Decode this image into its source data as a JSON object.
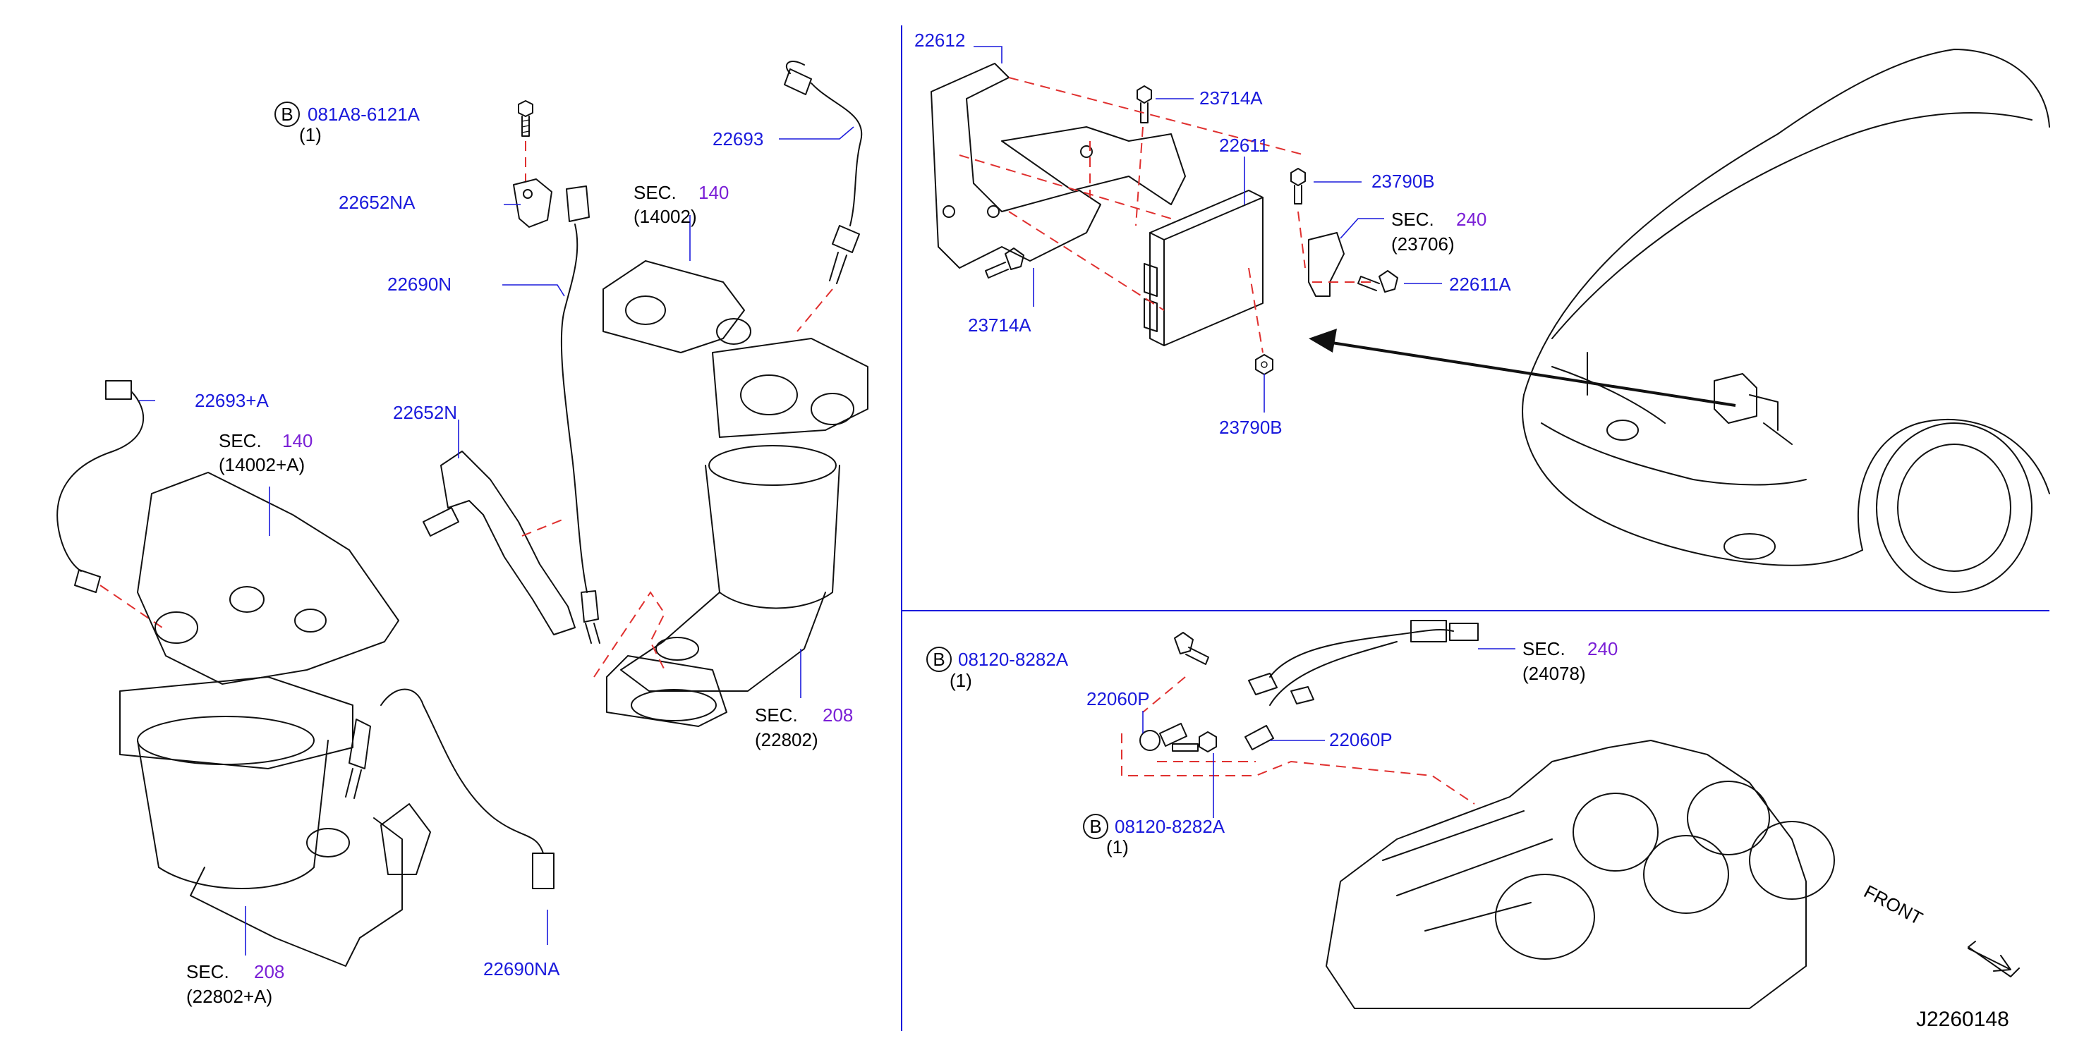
{
  "diagram_id": "J2260148",
  "front_label": "FRONT",
  "callouts": {
    "bolt_081a8": {
      "marker": "B",
      "part": "081A8-6121A",
      "qty": "(1)"
    },
    "bolt_08120_top": {
      "marker": "B",
      "part": "08120-8282A",
      "qty": "(1)"
    },
    "bolt_08120_bottom": {
      "marker": "B",
      "part": "08120-8282A",
      "qty": "(1)"
    }
  },
  "parts": {
    "p22652NA": "22652NA",
    "p22690N": "22690N",
    "p22693": "22693",
    "p22693A": "22693+A",
    "p22652N": "22652N",
    "p22690NA": "22690NA",
    "p22612": "22612",
    "p23714A_top": "23714A",
    "p23714A_left": "23714A",
    "p22611": "22611",
    "p23790B_top": "23790B",
    "p23790B_bottom": "23790B",
    "p22611A": "22611A",
    "p22060P_left": "22060P",
    "p22060P_right": "22060P"
  },
  "sections": {
    "sec140_right": {
      "label": "SEC.",
      "num": "140",
      "ref": "(14002)"
    },
    "sec140_left": {
      "label": "SEC.",
      "num": "140",
      "ref": "(14002+A)"
    },
    "sec208_right": {
      "label": "SEC.",
      "num": "208",
      "ref": "(22802)"
    },
    "sec208_left": {
      "label": "SEC.",
      "num": "208",
      "ref": "(22802+A)"
    },
    "sec240_ecm": {
      "label": "SEC.",
      "num": "240",
      "ref": "(23706)"
    },
    "sec240_harness": {
      "label": "SEC.",
      "num": "240",
      "ref": "(24078)"
    }
  },
  "colors": {
    "part_number": "#1a1adc",
    "section_number": "#7a1fd6",
    "dashed_leader": "#e0302f",
    "divider": "#1a1adc",
    "line_art": "#111111"
  }
}
